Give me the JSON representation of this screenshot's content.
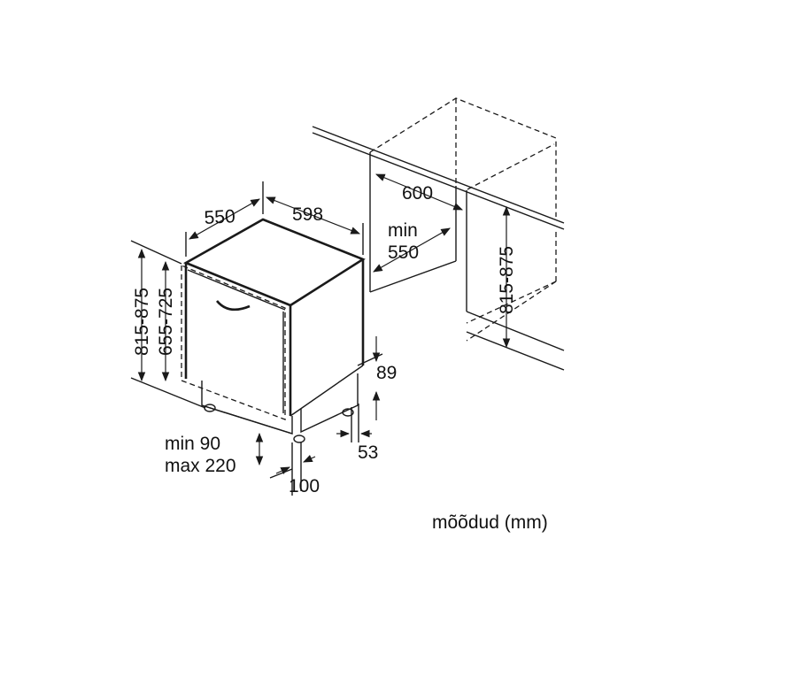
{
  "labels": {
    "depth_550": "550",
    "width_598": "598",
    "niche_width_600": "600",
    "niche_min": "min",
    "niche_depth_550": "550",
    "height_815_875_left": "815-875",
    "height_655_725": "655-725",
    "niche_height_815_875": "815-875",
    "plinth_89": "89",
    "foot_53": "53",
    "plinth_min": "min 90",
    "plinth_max": "max 220",
    "offset_100": "100",
    "units_caption": "mõõdud (mm)"
  },
  "colors": {
    "line": "#1a1a1a",
    "text": "#111111",
    "background": "#ffffff"
  }
}
